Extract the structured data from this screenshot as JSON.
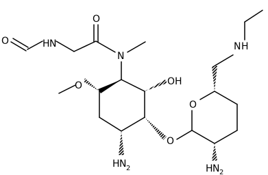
{
  "molecule": {
    "atom_labels": {
      "formyl_oxygen": "O",
      "formyl_nitrogen": "N",
      "formyl_hydrogen": "H",
      "amide_oxygen": "O",
      "amide_nitrogen": "N",
      "hydroxyl": "OH",
      "methoxy_oxygen": "O",
      "amine_left_h": "H",
      "amine_left_n": "N",
      "amine_left_sub": "2",
      "glycoside_oxygen": "O",
      "ring_oxygen": "O",
      "amine_right_h": "H",
      "amine_right_n": "N",
      "amine_right_sub": "2",
      "ethylamine_n": "N",
      "ethylamine_h": "H"
    }
  }
}
